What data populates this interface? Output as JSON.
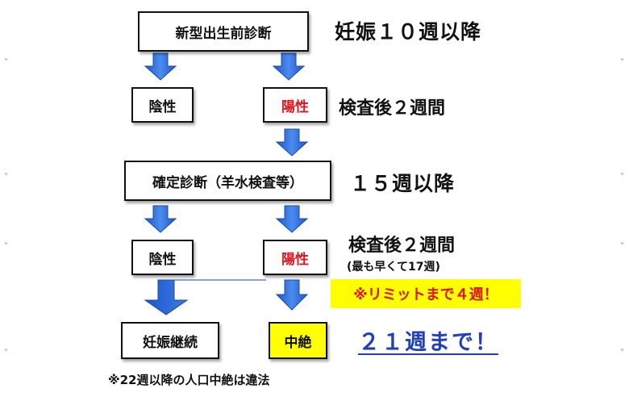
{
  "colors": {
    "arrow_fill": "#2f6fd6",
    "arrow_stroke": "#1a4aa0",
    "red_text": "#e0141c",
    "highlight": "#ffff00",
    "link_blue": "#1f3fbf"
  },
  "nodes": {
    "nipt": "新型出生前診断",
    "negative1": "陰性",
    "positive1": "陽性",
    "diagnosis": "確定診断（羊水検査等）",
    "negative2": "陰性",
    "positive2": "陽性",
    "continue": "妊娠継続",
    "abortion": "中絶"
  },
  "notes": {
    "week10": "妊娠１０週以降",
    "after2w_1": "検査後２週間",
    "week15": "１５週以降",
    "after2w_2": "検査後２週間",
    "earliest": "(最も早くて17週)",
    "limit": "※リミットまで４週！",
    "until21": "２１週まで！",
    "footnote": "※22週以降の人口中絶は違法"
  }
}
